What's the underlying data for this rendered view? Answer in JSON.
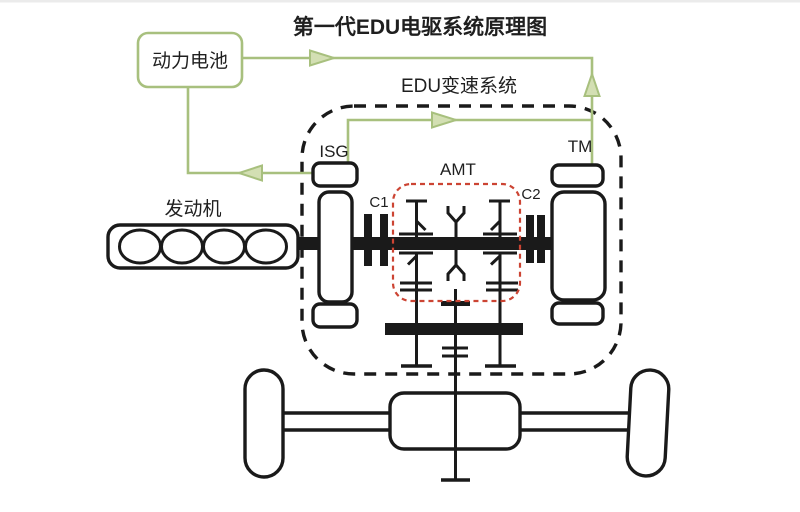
{
  "title": "第一代EDU电驱系统原理图",
  "colors": {
    "flow_line": "#a8c07e",
    "flow_arrow_fill": "#d3dfb3",
    "diagram_line": "#1a1a1a",
    "amt_box_red": "#cc4433",
    "background": "#ffffff",
    "top_edge": "#ebebeb"
  },
  "components": {
    "battery": {
      "label": "动力电池"
    },
    "engine": {
      "label": "发动机"
    },
    "edu_system": {
      "label": "EDU变速系统"
    },
    "isg_motor": {
      "label": "ISG"
    },
    "tm_motor": {
      "label": "TM"
    },
    "amt_gearbox": {
      "label": "AMT"
    },
    "clutch1": {
      "label": "C1"
    },
    "clutch2": {
      "label": "C2"
    }
  }
}
